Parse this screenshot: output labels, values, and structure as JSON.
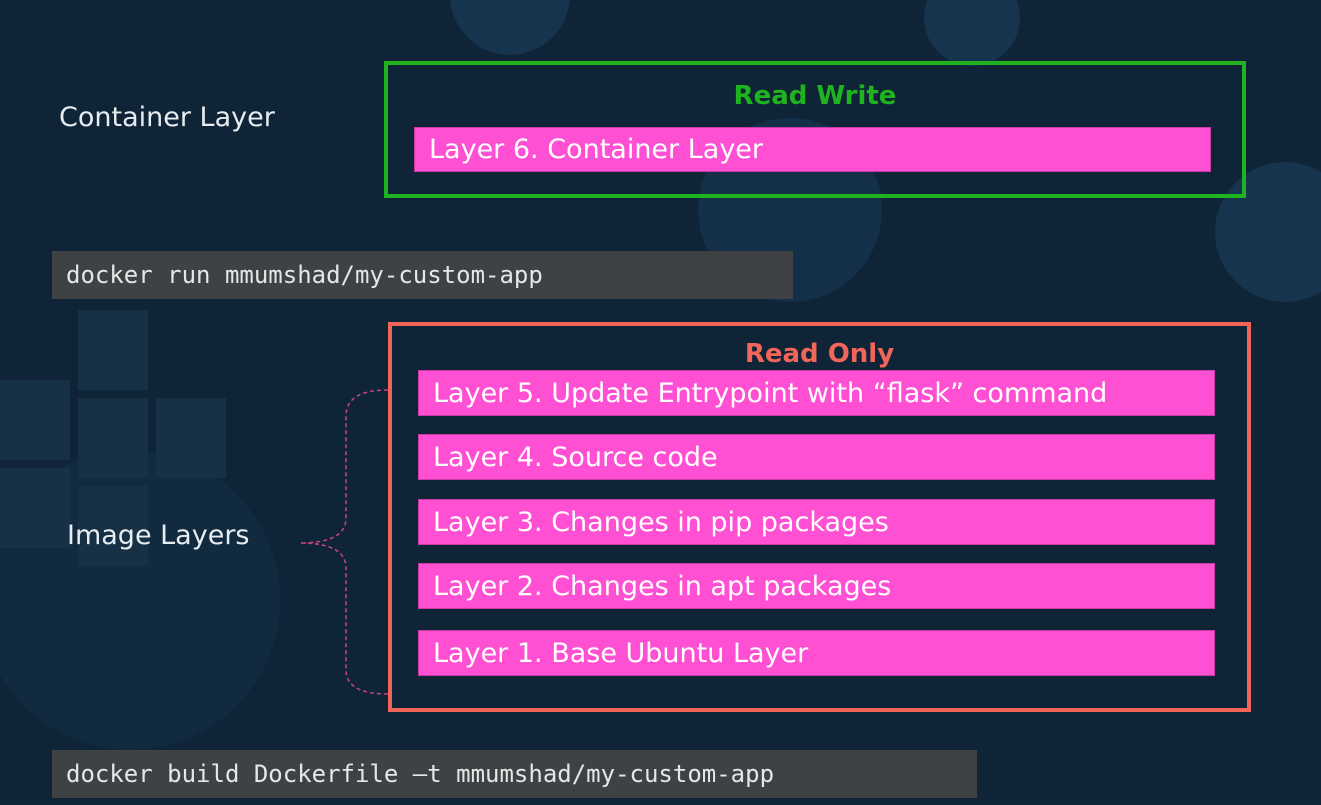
{
  "labels": {
    "container_layer": "Container Layer",
    "image_layers": "Image Layers"
  },
  "commands": {
    "run": "docker run mmumshad/my-custom-app",
    "build": "docker build Dockerfile –t mmumshad/my-custom-app"
  },
  "read_write": {
    "title": "Read Write",
    "layers": [
      "Layer 6. Container Layer"
    ]
  },
  "read_only": {
    "title": "Read Only",
    "layers": [
      "Layer 5. Update Entrypoint with “flask” command",
      "Layer 4. Source code",
      "Layer 3. Changes in pip packages",
      "Layer 2. Changes in apt packages",
      "Layer 1. Base Ubuntu Layer"
    ]
  },
  "colors": {
    "read_write_accent": "#1fb31f",
    "read_only_accent": "#f2665a",
    "layer_fill": "#ff4fd3",
    "command_bar": "#3e4244",
    "background": "#0f2436"
  }
}
